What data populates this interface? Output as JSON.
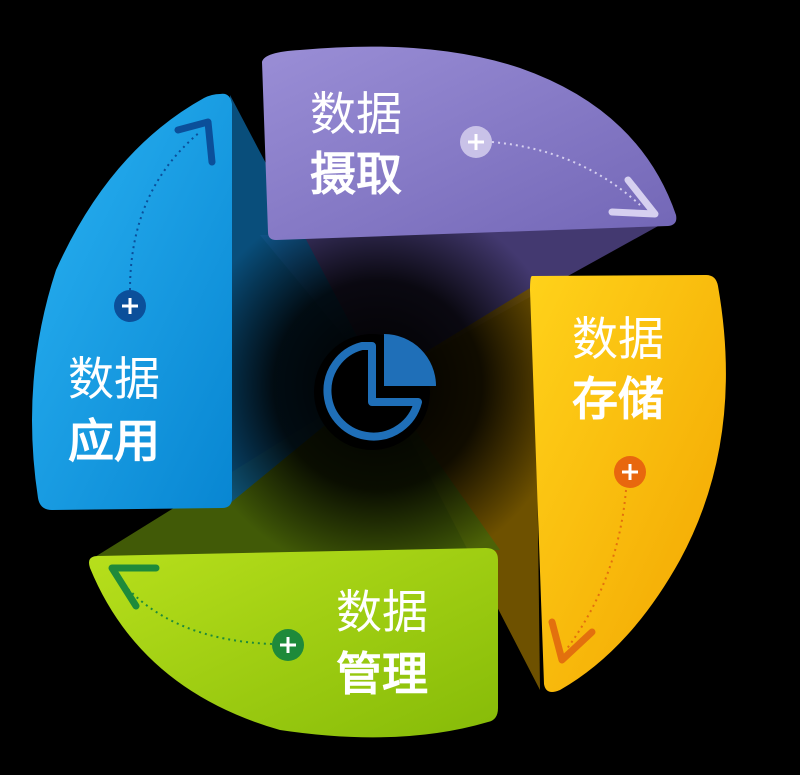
{
  "segments": [
    {
      "id": "ingest",
      "line1": "数据",
      "line2": "摄取",
      "color": "#8a7cc6",
      "dark": "#4e4480",
      "plus_color": "#c9c2e8"
    },
    {
      "id": "storage",
      "line1": "数据",
      "line2": "存储",
      "color": "#f7b800",
      "dark": "#8a6400",
      "plus_color": "#e8670e"
    },
    {
      "id": "management",
      "line1": "数据",
      "line2": "管理",
      "color": "#9dcc0e",
      "dark": "#4f6d06",
      "plus_color": "#1e8a3a"
    },
    {
      "id": "application",
      "line1": "数据",
      "line2": "应用",
      "color": "#0f9de3",
      "dark": "#075c8c",
      "plus_color": "#0b4f9a"
    }
  ],
  "center_icon": "pie-chart-icon",
  "colors": {
    "background": "#000000",
    "center_icon": "#1f6fb8"
  }
}
